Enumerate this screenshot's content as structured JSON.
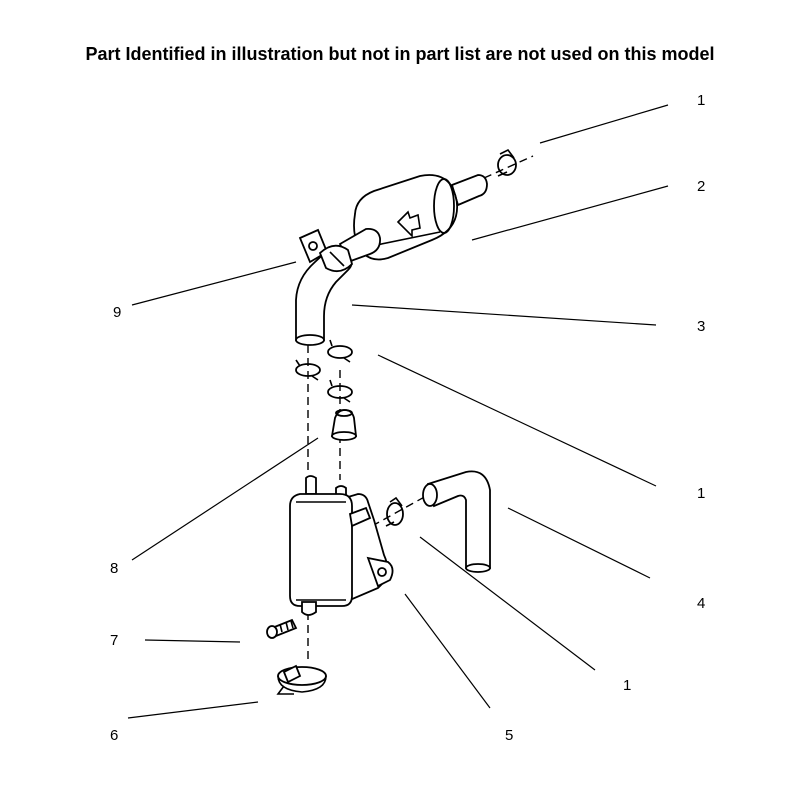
{
  "caption": "Part Identified in illustration but not in part list are not used on this model",
  "callouts": {
    "c1_top": "1",
    "c2": "2",
    "c3": "3",
    "c1_mid": "1",
    "c4": "4",
    "c1_low": "1",
    "c5": "5",
    "c6": "6",
    "c7": "7",
    "c8": "8",
    "c9": "9"
  }
}
